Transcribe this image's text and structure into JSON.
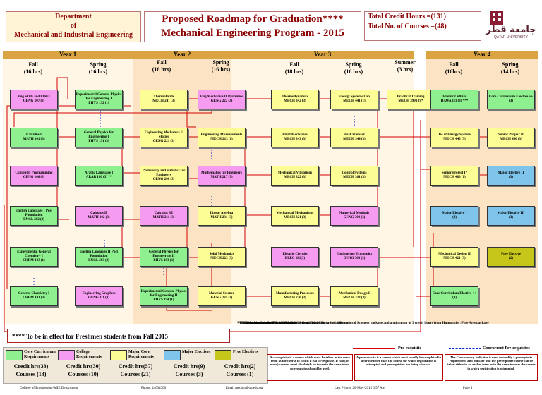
{
  "header": {
    "department_line1": "Department",
    "department_line2": "of",
    "department_line3": "Mechanical and Industrial Engineering",
    "title_line1": "Proposed  Roadmap for Graduation****",
    "title_line2": "Mechanical Engineering Program - 2015",
    "total_credits": "Total Credit Hours =(131)",
    "total_courses": "Total No. of Courses =(48)",
    "logo_arabic": "جامعة قطر",
    "logo_english": "QATAR UNIVERSITY"
  },
  "years": [
    "Year 1",
    "Year 2",
    "Year 3",
    "Year 4"
  ],
  "semesters": [
    {
      "name": "Fall",
      "hours": "(16 hrs)"
    },
    {
      "name": "Spring",
      "hours": "(16 hrs)"
    },
    {
      "name": "Fall",
      "hours": "(16 hrs)"
    },
    {
      "name": "Spring",
      "hours": "(16 hrs)"
    },
    {
      "name": "Fall",
      "hours": "(18 hrs)"
    },
    {
      "name": "Spring",
      "hours": "(16 hrs)"
    },
    {
      "name": "Summer",
      "hours": "(3  hrs)"
    },
    {
      "name": "Fall",
      "hours": "(16hrs)"
    },
    {
      "name": "Spring",
      "hours": "(14 hrs)"
    }
  ],
  "courses": [
    {
      "name": "Eng Skills and Ethics",
      "code": "GENG 107 (3)",
      "type": "pink"
    },
    {
      "name": "Calculus I",
      "code": "MATH 101 (3)",
      "type": "green"
    },
    {
      "name": "Computer Programming",
      "code": "GENG 106 (3)",
      "type": "pink"
    },
    {
      "name": "English Language I Post Foundation",
      "code": "ENGL 202 (3)",
      "type": "green"
    },
    {
      "name": "Experimental General Chemistry I",
      "code": "CHEM 103 (1)",
      "type": "green"
    },
    {
      "name": "General Chemistry I",
      "code": "CHEM  101 (3)",
      "type": "green"
    },
    {
      "name": "Experimental General Physics for Engineering I",
      "code": "PHYS 192 (1)",
      "type": "green"
    },
    {
      "name": "General Physics for Engineering I",
      "code": "PHYS 191 (3)",
      "type": "green"
    },
    {
      "name": "Arabic Language I",
      "code": "ARAB 100 (3) **",
      "type": "green"
    },
    {
      "name": "Calculus II",
      "code": "MATH 102 (3)",
      "type": "pink"
    },
    {
      "name": "English Language II Post Foundation",
      "code": "ENGL 203 (3)",
      "type": "green"
    },
    {
      "name": "Engineering Graphics",
      "code": "GENG 111 (3)",
      "type": "pink"
    },
    {
      "name": "Thermofluids",
      "code": "MECH 241 (3)",
      "type": "yellow"
    },
    {
      "name": "Engineering Mechanics I: Statics",
      "code": "GENG 221 (3)",
      "type": "yellow"
    },
    {
      "name": "Probability and statistics for Engineers",
      "code": "GENG 200 (3)",
      "type": "yellow"
    },
    {
      "name": "Calculus III",
      "code": "MATH 211 (3)",
      "type": "pink"
    },
    {
      "name": "General Physics for Engineering II",
      "code": "PHYS 193 (3)",
      "type": "green"
    },
    {
      "name": "Experimental General Physics for Engineering II",
      "code": "PHYS 194 (1)",
      "type": "green"
    },
    {
      "name": "Eng Mechanics II Dynamics",
      "code": "GENG 222 (3)",
      "type": "pink"
    },
    {
      "name": "Engineering Measurements",
      "code": "MECH 213 (1)",
      "type": "yellow"
    },
    {
      "name": "Mathematics for Engineers",
      "code": "MATH 217 (3)",
      "type": "pink"
    },
    {
      "name": "Linear Algebra",
      "code": "MATH 231 (3)",
      "type": "yellow"
    },
    {
      "name": "Solid Mechanics",
      "code": "MECH 223 (3)",
      "type": "yellow"
    },
    {
      "name": "Material Science",
      "code": "GENG 231 (3)",
      "type": "yellow"
    },
    {
      "name": "Thermodynamics",
      "code": "MECH 342 (3)",
      "type": "yellow"
    },
    {
      "name": "Fluid Mechanics",
      "code": "MECH 343 (3)",
      "type": "yellow"
    },
    {
      "name": "Mechanical Vibrations",
      "code": "MECH 322 (3)",
      "type": "yellow"
    },
    {
      "name": "Mechanical Mechanisms",
      "code": "MECH 321 (3)",
      "type": "yellow"
    },
    {
      "name": "Electric Circuits",
      "code": "ELEC 281(3)",
      "type": "pink"
    },
    {
      "name": "Manufacturing Processes",
      "code": "MECH 230 (3)",
      "type": "yellow"
    },
    {
      "name": "Energy Systems Lab",
      "code": "MECH 441 (1)",
      "type": "yellow"
    },
    {
      "name": "Heat Transfer",
      "code": "MECH 344 (3)",
      "type": "yellow"
    },
    {
      "name": "Control Systems",
      "code": "MECH  361 (3)",
      "type": "yellow"
    },
    {
      "name": "Numerical Methods",
      "code": "GENG  300 (3)",
      "type": "pink"
    },
    {
      "name": "Engineering Economics",
      "code": "GENG  360 (3)",
      "type": "pink"
    },
    {
      "name": "Mechanical Design I",
      "code": "MECH 323 (3)",
      "type": "yellow"
    },
    {
      "name": "Practical Training",
      "code": "MECH 399 (3) *",
      "type": "yellow"
    },
    {
      "name": "Islamic Culture",
      "code": "DAWA 111 (3) ***",
      "type": "green"
    },
    {
      "name": "Des of Energy Systems",
      "code": "MECH 445 (3)",
      "type": "yellow"
    },
    {
      "name": "Senior Project I*",
      "code": "MECH 480 (1)",
      "type": "yellow"
    },
    {
      "name": "Major Elective I",
      "code": "(3)",
      "type": "blue"
    },
    {
      "name": "Mechanical Design II",
      "code": "MECH 421 (3)",
      "type": "yellow"
    },
    {
      "name": "Core Curriculum Elective ++",
      "code": "(3)",
      "type": "green"
    },
    {
      "name": "Core Curriculum Elective ++",
      "code": "(3)",
      "type": "green"
    },
    {
      "name": "Senior Project II",
      "code": "MECH 490 (3)",
      "type": "yellow"
    },
    {
      "name": "Major Elective II",
      "code": "(3)",
      "type": "blue"
    },
    {
      "name": "Major Elective III",
      "code": "(3)",
      "type": "blue"
    },
    {
      "name": "Free Elective",
      "code": "(2)",
      "type": "olive"
    }
  ],
  "notes": [
    "* Departmental approval",
    "** The alternate course ARAB 107 is offered to non-native Arabic speakers",
    "*** Offered both in Arabic and English",
    "++ Student must complete a minimum of 3 credit hours from  Social/Behavioral Sciences package and a minimum of 3 credit hours from  Humanities /Fine Arts package",
    "**** To be in effect for Freshmen students from Fall 2015"
  ],
  "effect_note": "**** To be in effect for Freshmen students from Fall 2015",
  "legend": [
    {
      "label": "Core Curriculum Requirements",
      "credits": "Credit hrs(33)",
      "courses": "Courses (13)",
      "color": "#8ef08e"
    },
    {
      "label": "College Requirements",
      "credits": "Credit hrs(30)",
      "courses": "Courses (10)",
      "color": "#f59bf0"
    },
    {
      "label": "Major Core Requirements",
      "credits": "Credit hrs(57)",
      "courses": "Courses (21)",
      "color": "#fdfd96"
    },
    {
      "label": "Major Electives",
      "credits": "Credit hrs(9)",
      "courses": "Courses (3)",
      "color": "#7fc4ea"
    },
    {
      "label": "Free Electives",
      "credits": "Credit hrs(2)",
      "courses": "Courses (1)",
      "color": "#c5c51a"
    }
  ],
  "prereq_label": "Pre-requisite",
  "coreq_label": "Concurrent Pre-requisites",
  "box_coreq": "A co-requisite is a course which must be taken in the same term as the course to which it is a co-requisite. If two (or more) courses must absolutely be taken in the same term, co-requisites should be used.",
  "box_prereq": "A prerequisite is a course which must usually be completed in a term  earlier than the course for which  registration is attempted and prerequisites are being checked.",
  "box_concurrent": "The Concurrency Indicator is used to modify a prerequisite requirement and indicate that the prerequisite course can be taken either in an earlier term or in the same term as the course in which registration is attempted.",
  "footer": {
    "college": "College of Engineering-MIE Department",
    "phone": "Phone: 44034300",
    "email": "Email mechm@qu.edu.qa",
    "printed": "Last Printed 20-May-2015  6:57 AM",
    "page": "Page 1"
  }
}
